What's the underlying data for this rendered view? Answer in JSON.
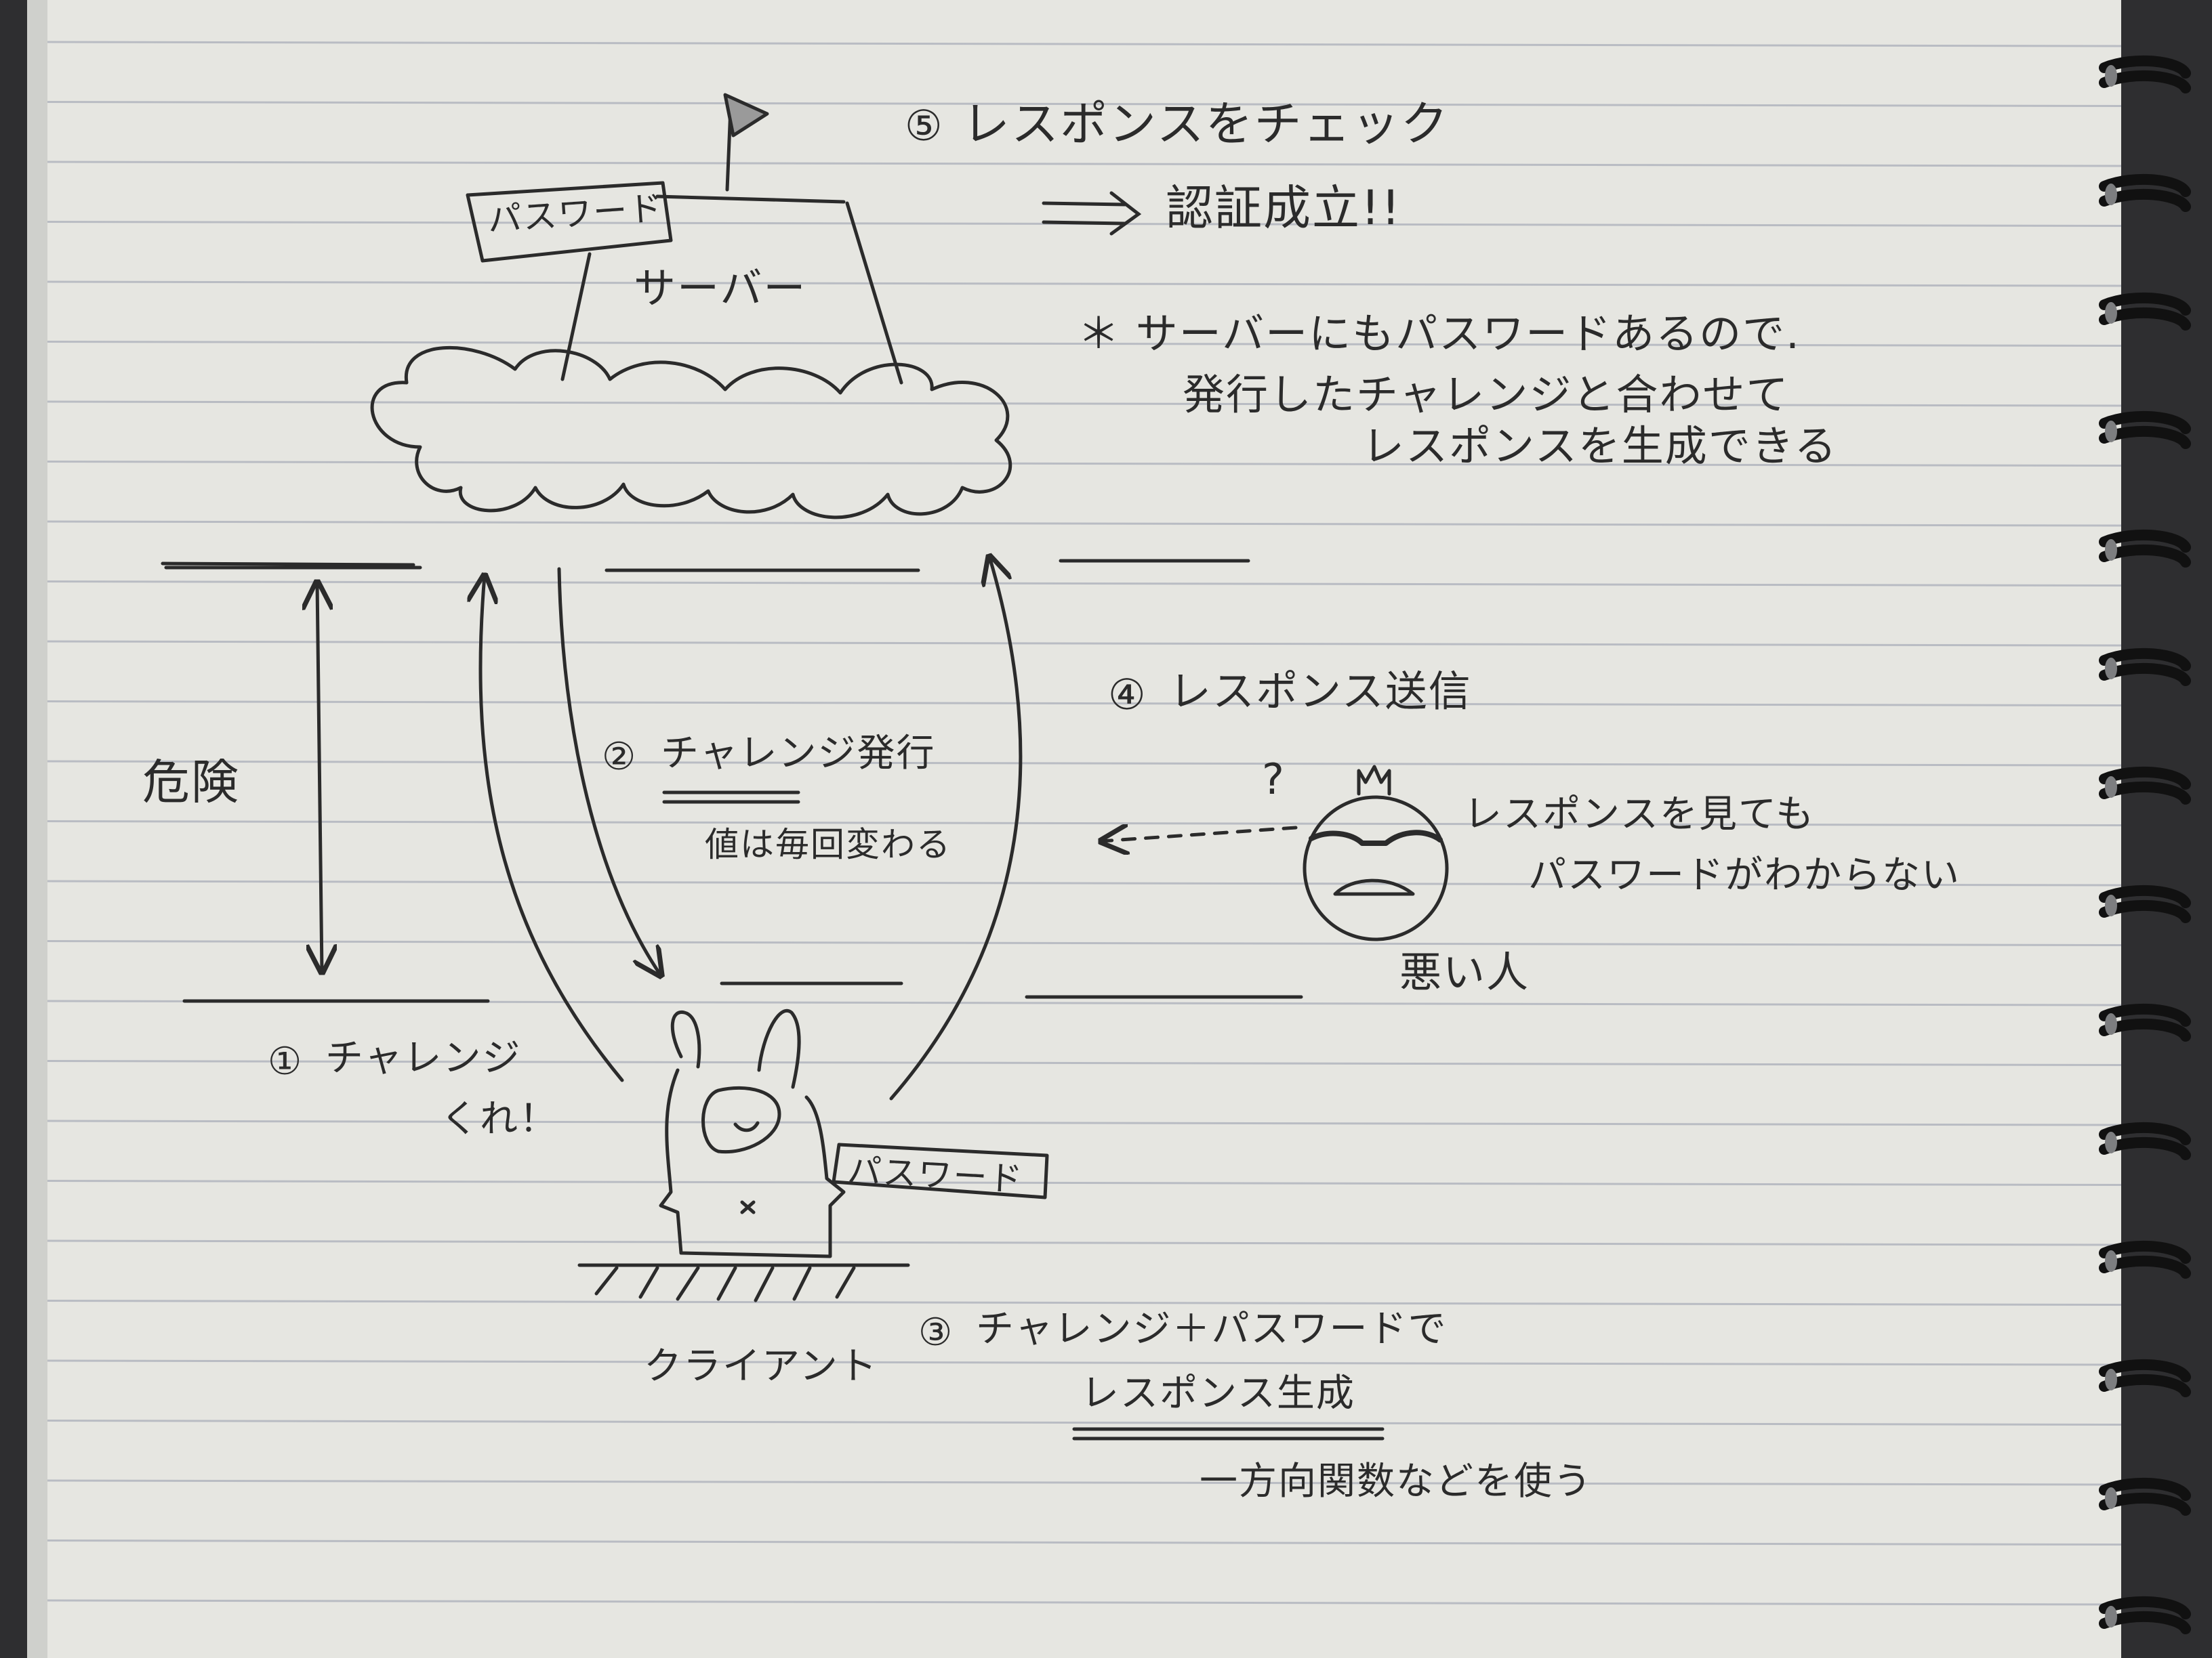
{
  "server": {
    "label": "サーバー",
    "password_tag": "パスワード"
  },
  "client": {
    "label": "クライアント",
    "password_tag": "パスワード"
  },
  "bad_person": {
    "label": "悪い人",
    "question_mark": "?",
    "note_line1": "レスポンスを見ても",
    "note_line2": "パスワードがわからない"
  },
  "danger_zone": {
    "label": "危険"
  },
  "steps": [
    {
      "id": "step1",
      "marker": "①",
      "line1": "チャレンジ",
      "line2": "くれ！"
    },
    {
      "id": "step2",
      "marker": "②",
      "line1": "チャレンジ発行",
      "line2": "値は毎回変わる"
    },
    {
      "id": "step3",
      "marker": "③",
      "line1": "チャレンジ＋パスワードで",
      "line2": "レスポンス生成",
      "line3": "一方向関数などを使う"
    },
    {
      "id": "step4",
      "marker": "④",
      "line1": "レスポンス送信"
    },
    {
      "id": "step5",
      "marker": "⑤",
      "line1": "レスポンスをチェック"
    }
  ],
  "result": {
    "arrow_text": "⟹",
    "label": "認証成立!!"
  },
  "server_note": {
    "line1": "＊ サーバーにもパスワードあるので.",
    "line2": "発行したチャレンジと合わせて",
    "line3": "レスポンスを生成できる"
  },
  "colors": {
    "paper": "#e6e6e1",
    "rule_line": "#b9bcc3",
    "ink": "#2b2b2b",
    "ring": "#111111"
  }
}
